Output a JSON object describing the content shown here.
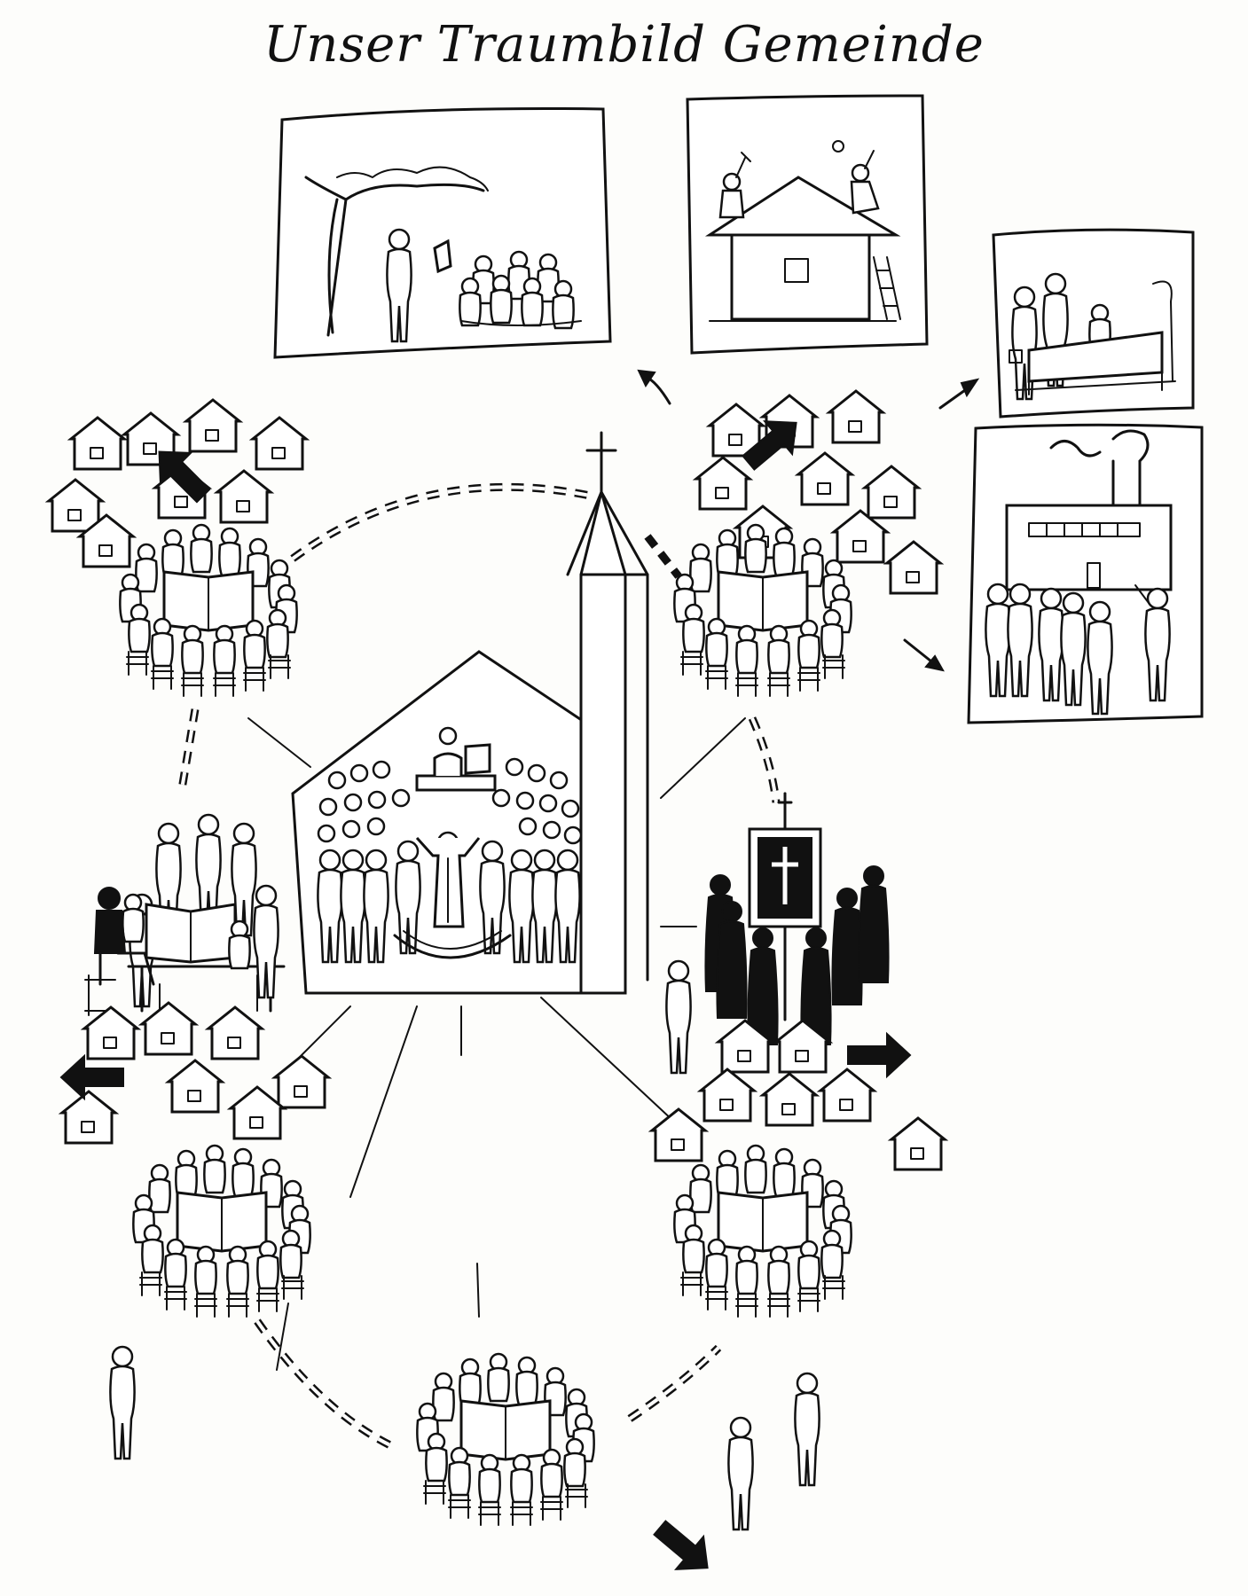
{
  "title": "Unser Traumbild Gemeinde",
  "colors": {
    "ink": "#111111",
    "paper": "#ffffff",
    "background": "#fdfdfb"
  },
  "groups": [
    {
      "id": "top-left"
    },
    {
      "id": "top-right"
    },
    {
      "id": "middle-left"
    },
    {
      "id": "middle-right"
    },
    {
      "id": "bottom-left"
    },
    {
      "id": "bottom-right"
    },
    {
      "id": "bottom-center"
    }
  ],
  "panels": [
    {
      "id": "preaching-under-tree",
      "icon": "tree-preacher-icon"
    },
    {
      "id": "building-house",
      "icon": "house-builders-icon"
    },
    {
      "id": "visiting-sick",
      "icon": "sickbed-visit-icon"
    },
    {
      "id": "factory-protest",
      "icon": "factory-people-icon"
    }
  ]
}
